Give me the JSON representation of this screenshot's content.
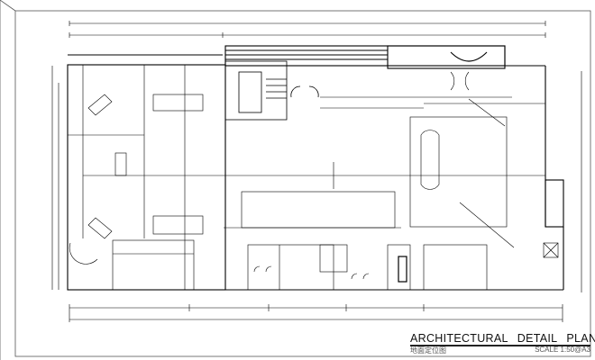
{
  "title": {
    "words": [
      "ARCHITECTURAL",
      "DETAIL",
      "PLAN"
    ]
  },
  "subtitle": "地面定位图",
  "scale": "SCALE  1:50@A3",
  "colors": {
    "line": "#000000",
    "frame": "#555555",
    "background": "#ffffff"
  }
}
